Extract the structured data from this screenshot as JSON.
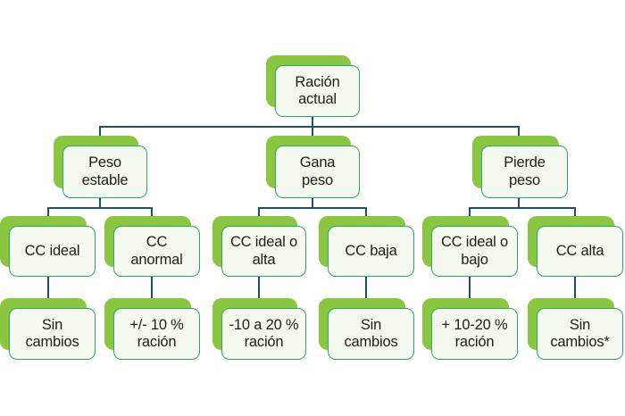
{
  "flowchart": {
    "root": {
      "label": "Ración\nactual"
    },
    "branches": [
      {
        "label": "Peso\nestable",
        "children": [
          {
            "condition": "CC ideal",
            "action": "Sin\ncambios"
          },
          {
            "condition": "CC\nanormal",
            "action": "+/- 10 %\nración"
          }
        ]
      },
      {
        "label": "Gana\npeso",
        "children": [
          {
            "condition": "CC ideal o\nalta",
            "action": "-10 a 20 %\nración"
          },
          {
            "condition": "CC baja",
            "action": "Sin\ncambios"
          }
        ]
      },
      {
        "label": "Pierde\npeso",
        "children": [
          {
            "condition": "CC ideal o\nbajo",
            "action": "+ 10-20 %\nración"
          },
          {
            "condition": "CC alta",
            "action": "Sin\ncambios*"
          }
        ]
      }
    ]
  },
  "colors": {
    "shadow_green": "#8AC640",
    "card_border": "#2AA76B",
    "card_bg": "#F6F9EF",
    "connector": "#1E4E74",
    "text": "#1d1d1b"
  }
}
